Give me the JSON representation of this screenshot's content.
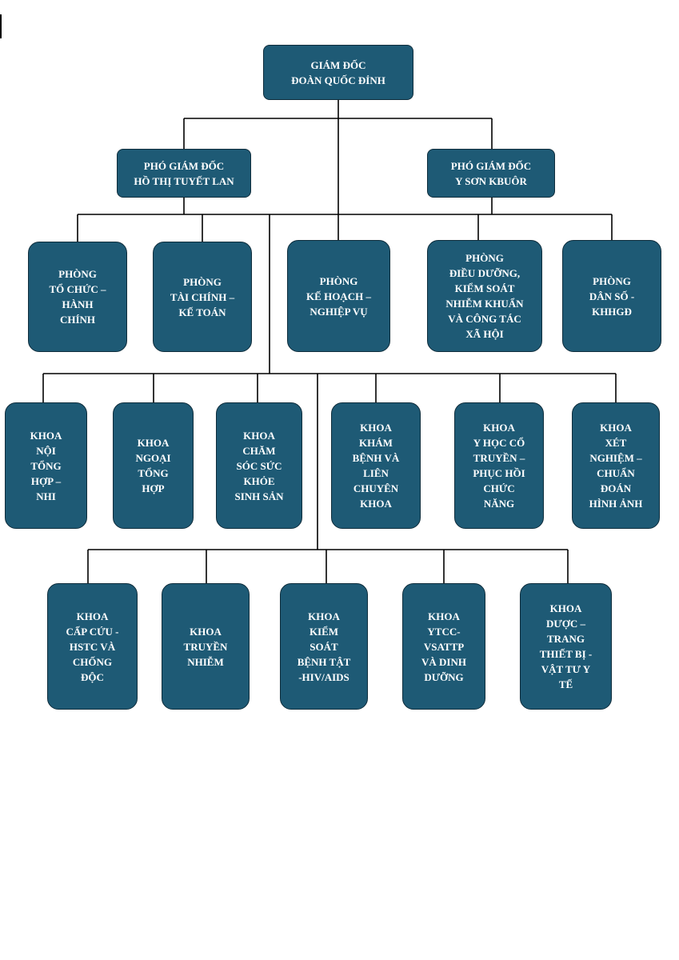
{
  "org_chart": {
    "director": {
      "text": "GIÁM ĐỐC\nĐOÀN QUỐC ĐỈNH"
    },
    "deputy_left": {
      "text": "PHÓ GIÁM ĐỐC\nHỒ THỊ TUYẾT LAN"
    },
    "deputy_right": {
      "text": "PHÓ GIÁM ĐỐC\nY SƠN KBUÔR"
    },
    "departments": [
      {
        "text": "PHÒNG\nTỔ CHỨC –\nHÀNH\nCHÍNH"
      },
      {
        "text": "PHÒNG\nTÀI CHÍNH –\nKẾ TOÁN"
      },
      {
        "text": "PHÒNG\nKẾ HOẠCH –\nNGHIỆP VỤ"
      },
      {
        "text": "PHÒNG\nĐIỀU DƯỠNG,\nKIỂM SOÁT\nNHIỄM KHUẨN\nVÀ CÔNG TÁC\nXÃ HỘI"
      },
      {
        "text": "PHÒNG\nDÂN SỐ -\nKHHGĐ"
      }
    ],
    "clinical_row_1": [
      {
        "text": "KHOA\nNỘI\nTỔNG\nHỢP –\nNHI"
      },
      {
        "text": "KHOA\nNGOẠI\nTỔNG\nHỢP"
      },
      {
        "text": "KHOA\nCHĂM\nSÓC SỨC\nKHỎE\nSINH SẢN"
      },
      {
        "text": "KHOA\nKHÁM\nBỆNH VÀ\nLIÊN\nCHUYÊN\nKHOA"
      },
      {
        "text": "KHOA\nY HỌC CỔ\nTRUYỀN –\nPHỤC HỒI\nCHỨC\nNĂNG"
      },
      {
        "text": "KHOA\nXÉT\nNGHIỆM –\nCHUẨN\nĐOÁN\nHÌNH ẢNH"
      }
    ],
    "clinical_row_2": [
      {
        "text": "KHOA\nCẤP CỨU -\nHSTC VÀ\nCHỐNG\nĐỘC"
      },
      {
        "text": "KHOA\nTRUYỀN\nNHIỄM"
      },
      {
        "text": "KHOA\nKIỂM\nSOÁT\nBỆNH TẬT\n-HIV/AIDS"
      },
      {
        "text": "KHOA\nYTCC-\nVSATTP\nVÀ DINH\nDƯỠNG"
      },
      {
        "text": "KHOA\nDƯỢC –\nTRANG\nTHIẾT BỊ -\nVẬT TƯ Y\nTẾ"
      }
    ]
  },
  "colors": {
    "box_fill": "#1e5a75",
    "box_border": "#0f2d3c",
    "text": "#ffffff",
    "connector": "#000000"
  }
}
